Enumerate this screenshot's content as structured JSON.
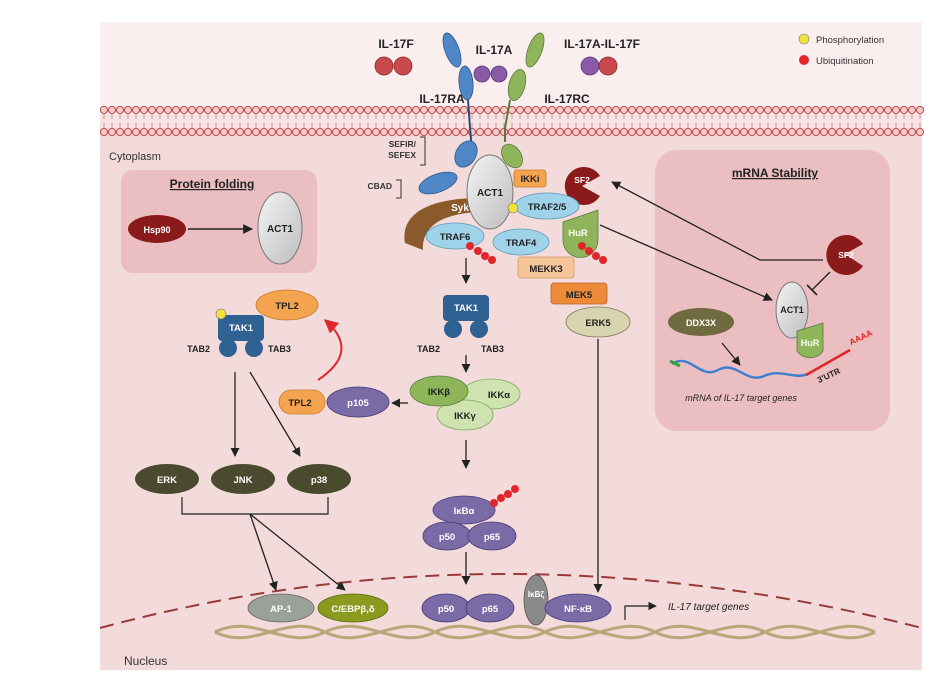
{
  "ligands": {
    "il17f": "IL-17F",
    "il17a": "IL-17A",
    "il17a_il17f": "IL-17A-IL-17F"
  },
  "receptors": {
    "il17ra": "IL-17RA",
    "il17rc": "IL-17RC"
  },
  "legend": {
    "phosphorylation": "Phosphorylation",
    "ubiquitination": "Ubiquitination"
  },
  "colors": {
    "phosphorylation": "#f3e03a",
    "ubiquitination": "#e0262b",
    "ligand_red": "#c8494e",
    "ligand_purple": "#8a5aa8",
    "receptor_blue": "#4f86c6",
    "receptor_green": "#8fb55a",
    "kinase_blue": "#2f6193",
    "dark_olive": "#4a4a2e",
    "purple_node": "#7a6aa6",
    "light_blue": "#9fd3ea",
    "orange": "#f4a44e",
    "dark_red": "#8b1a1a"
  },
  "regions": {
    "cytoplasm": "Cytoplasm",
    "nucleus": "Nucleus",
    "sefir": "SEFIR/",
    "sefex": "SEFEX",
    "cbad": "CBAD"
  },
  "protein_folding": {
    "title": "Protein folding",
    "hsp90": "Hsp90",
    "act1": "ACT1"
  },
  "mrna_stability": {
    "title": "mRNA Stability",
    "sf2": "SF2",
    "act1": "ACT1",
    "hur": "HuR",
    "ddx3x": "DDX3X",
    "aaaa": "AAAA",
    "utr": "3'UTR",
    "mrna_label": "mRNA of IL-17 target genes"
  },
  "complex": {
    "act1": "ACT1",
    "ikki": "IKKi",
    "sf2": "SF2",
    "syk": "Syk",
    "traf25": "TRAF2/5",
    "traf6": "TRAF6",
    "traf4": "TRAF4",
    "hur": "HuR",
    "mekk3": "MEKK3",
    "mek5": "MEK5",
    "erk5": "ERK5"
  },
  "left_path": {
    "tpl2": "TPL2",
    "tak1": "TAK1",
    "tab2": "TAB2",
    "tab3": "TAB3",
    "tpl2_b": "TPL2",
    "p105": "p105",
    "erk": "ERK",
    "jnk": "JNK",
    "p38": "p38"
  },
  "center_path": {
    "tak1": "TAK1",
    "tab2": "TAB2",
    "tab3": "TAB3",
    "ikkb": "IKKβ",
    "ikka": "IKKα",
    "ikkg": "IKKγ",
    "ikba": "IκBα",
    "p50": "p50",
    "p65": "p65"
  },
  "nucleus_items": {
    "ap1": "AP-1",
    "cebp": "C/EBPβ,δ",
    "p50": "p50",
    "p65": "p65",
    "ikbz": "IκBζ",
    "nfkb": "NF-κB",
    "target": "IL-17 target genes"
  }
}
